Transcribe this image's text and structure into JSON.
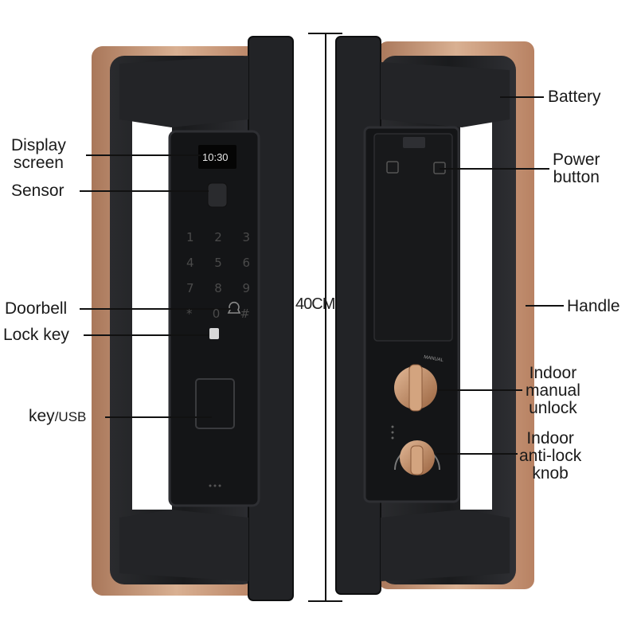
{
  "labels": {
    "display_line1": "Display",
    "display_line2": "screen",
    "sensor": "Sensor",
    "doorbell": "Doorbell",
    "lock_key": "Lock key",
    "key_usb_a": "key",
    "key_usb_b": "/USB",
    "battery": "Battery",
    "power_line1": "Power",
    "power_line2": "button",
    "handle": "Handle",
    "manual_line1": "Indoor",
    "manual_line2": "manual",
    "manual_line3": "unlock",
    "antilock_line1": "Indoor",
    "antilock_line2": "anti-lock",
    "antilock_line3": "knob"
  },
  "measurement": "40CM",
  "display": {
    "time": "10:30"
  },
  "keypad": [
    [
      "1",
      "2",
      "3"
    ],
    [
      "4",
      "5",
      "6"
    ],
    [
      "7",
      "8",
      "9"
    ],
    [
      "*",
      "0",
      "#"
    ]
  ],
  "knob_text": "MANUAL",
  "colors": {
    "bronze": "#c79a78",
    "body": "#1c1d1f",
    "panel": "#111214",
    "knob": "#c08a62"
  }
}
